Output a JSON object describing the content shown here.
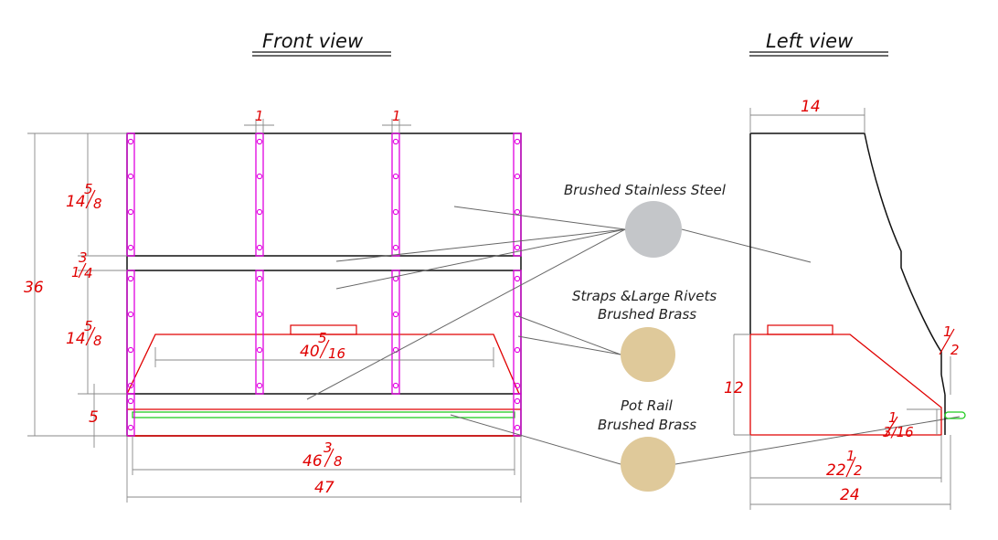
{
  "titles": {
    "front": "Front view",
    "left": "Left view"
  },
  "materials": [
    {
      "label": "Brushed Stainless Steel",
      "color": "#c4c6c9"
    },
    {
      "label_line1": "Straps &Large Rivets",
      "label_line2": "Brushed Brass",
      "color": "#dfc99a"
    },
    {
      "label_line1": "Pot Rail",
      "label_line2": "Brushed Brass",
      "color": "#dfc99a"
    }
  ],
  "front_dims": {
    "strap_width_a": "1",
    "strap_width_b": "1",
    "height_total": "36",
    "upper_whole": "14",
    "upper_num": "5",
    "upper_den": "8",
    "band_num": "3",
    "band_whole": "1",
    "band_den": "4",
    "lower_whole": "14",
    "lower_num": "5",
    "lower_den": "8",
    "bottom_height": "5",
    "shelf_whole": "40",
    "shelf_num": "5",
    "shelf_den": "16",
    "inner_whole": "46",
    "inner_num": "3",
    "inner_den": "8",
    "overall_width": "47"
  },
  "left_dims": {
    "top_depth": "14",
    "lower_height": "12",
    "rail_offset_num": "1",
    "rail_offset_den": "2",
    "small_num": "1",
    "small_den": "3/16",
    "base_whole": "22",
    "base_num": "1",
    "base_den": "2",
    "overall_depth": "24"
  },
  "colors": {
    "outline": "#111111",
    "strap": "#e000e0",
    "dimension": "#e00000",
    "rail": "#22cc22",
    "leader": "#666666",
    "ext": "#888888"
  }
}
